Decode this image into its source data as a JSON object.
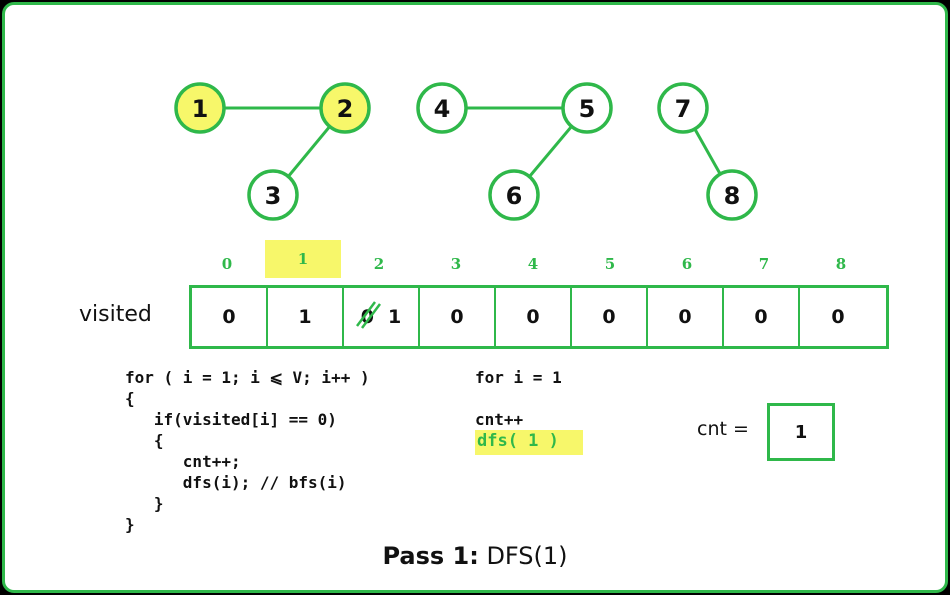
{
  "colors": {
    "accent_green": "#2fb84a",
    "highlight_yellow": "#f7f76a",
    "node_fill": "#ffffff"
  },
  "graph": {
    "nodes": [
      {
        "id": "1",
        "label": "1",
        "highlighted": true
      },
      {
        "id": "2",
        "label": "2",
        "highlighted": true
      },
      {
        "id": "3",
        "label": "3",
        "highlighted": false
      },
      {
        "id": "4",
        "label": "4",
        "highlighted": false
      },
      {
        "id": "5",
        "label": "5",
        "highlighted": false
      },
      {
        "id": "6",
        "label": "6",
        "highlighted": false
      },
      {
        "id": "7",
        "label": "7",
        "highlighted": false
      },
      {
        "id": "8",
        "label": "8",
        "highlighted": false
      }
    ],
    "edges": [
      [
        "1",
        "2"
      ],
      [
        "2",
        "3"
      ],
      [
        "4",
        "5"
      ],
      [
        "5",
        "6"
      ],
      [
        "7",
        "8"
      ]
    ]
  },
  "visited": {
    "label": "visited",
    "indices": [
      "0",
      "1",
      "2",
      "3",
      "4",
      "5",
      "6",
      "7",
      "8"
    ],
    "highlighted_index": 1,
    "values": [
      "0",
      "1",
      "1",
      "0",
      "0",
      "0",
      "0",
      "0",
      "0"
    ],
    "previous_value_index_2": "0"
  },
  "code": {
    "lines": [
      "for ( i = 1; i ⩽ V; i++ )",
      "{",
      "   if(visited[i] == 0)",
      "   {",
      "      cnt++;",
      "      dfs(i); // bfs(i)",
      "   }",
      "}"
    ]
  },
  "trace": {
    "loop": "for i = 1",
    "increment": "cnt++",
    "call": "dfs( 1 )"
  },
  "counter": {
    "label": "cnt =",
    "value": "1"
  },
  "caption": {
    "bold": "Pass 1:",
    "rest": " DFS(1)"
  }
}
